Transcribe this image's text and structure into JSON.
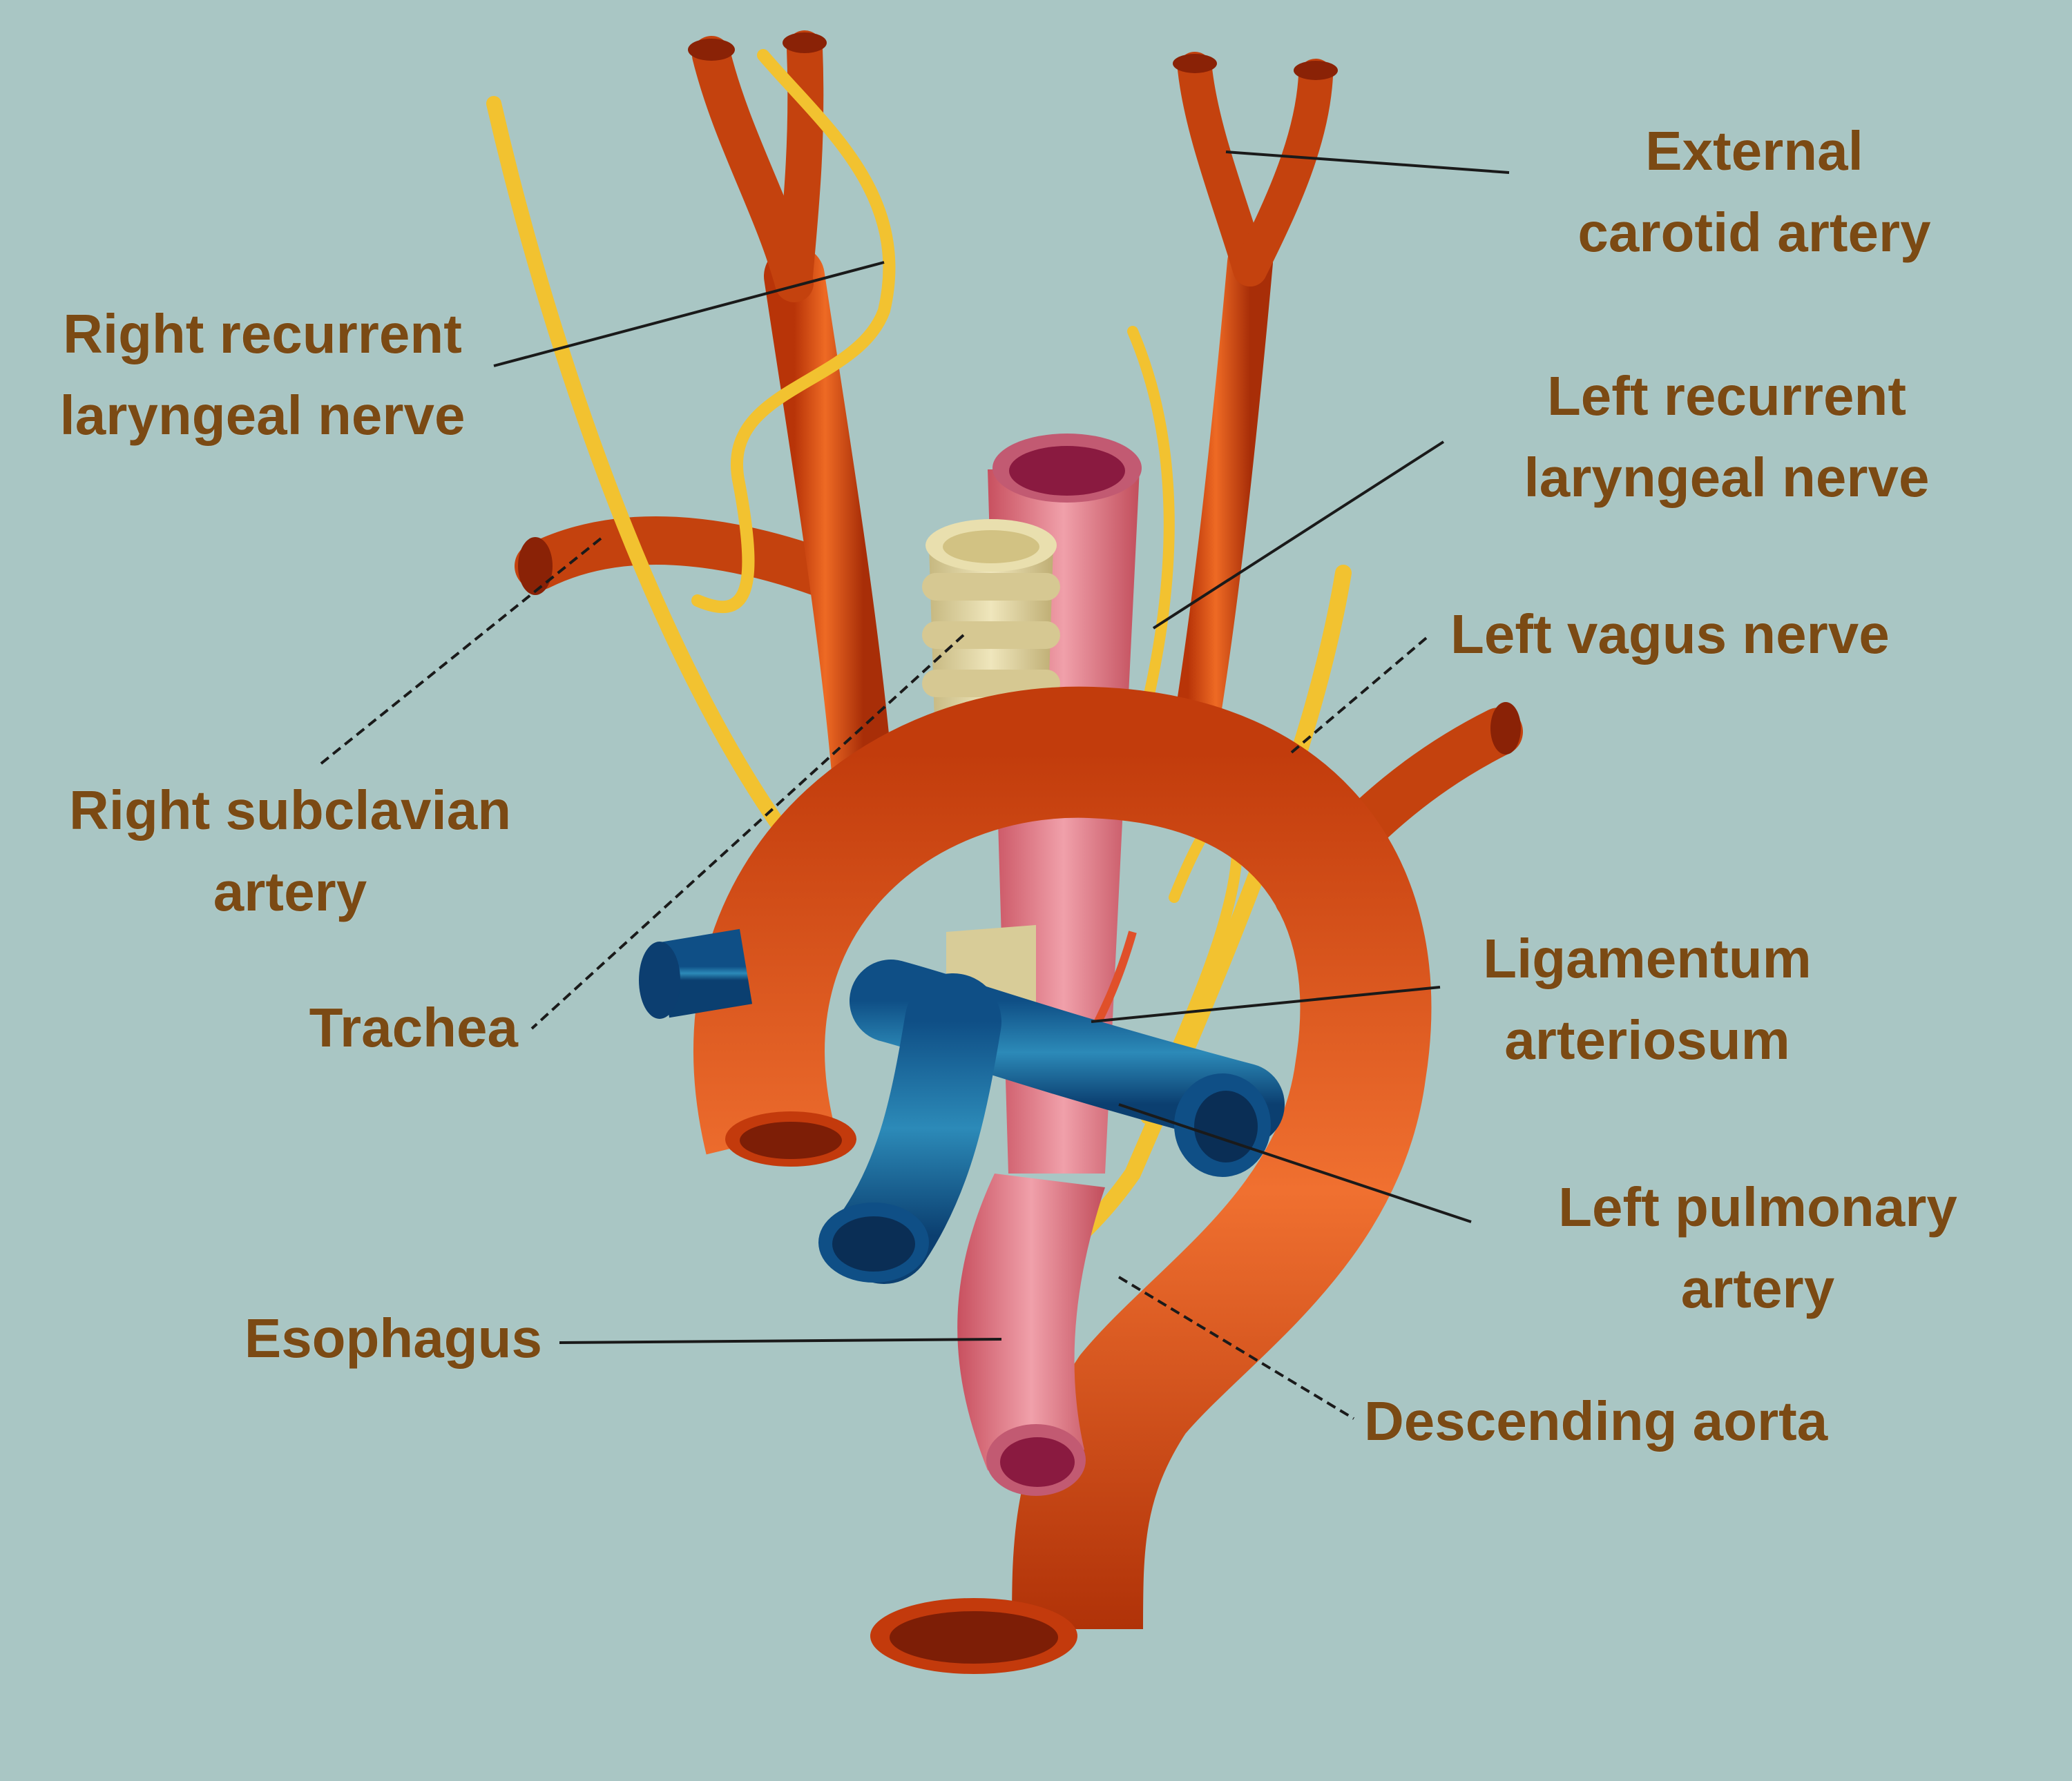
{
  "labels": {
    "external_carotid": [
      "External",
      "carotid artery"
    ],
    "right_recurrent": [
      "Right recurrent",
      "laryngeal nerve"
    ],
    "left_recurrent": [
      "Left recurrent",
      "laryngeal nerve"
    ],
    "left_vagus": [
      "Left vagus nerve"
    ],
    "right_subclavian": [
      "Right subclavian",
      "artery"
    ],
    "ligamentum": [
      "Ligamentum",
      "arteriosum"
    ],
    "trachea": [
      "Trachea"
    ],
    "left_pulmonary": [
      "Left pulmonary",
      "artery"
    ],
    "esophagus": [
      "Esophagus"
    ],
    "descending_aorta": [
      "Descending aorta"
    ]
  },
  "colors": {
    "background": "#a9c6c4",
    "label_text": "#7b4a14",
    "artery": "#d44a12",
    "artery_dark": "#a82e08",
    "pulmonary_artery": "#1565a0",
    "nerve": "#f2c230",
    "trachea": "#ddd3a0",
    "esophagus": "#e07a85",
    "leader_line": "#1a1a1a"
  }
}
